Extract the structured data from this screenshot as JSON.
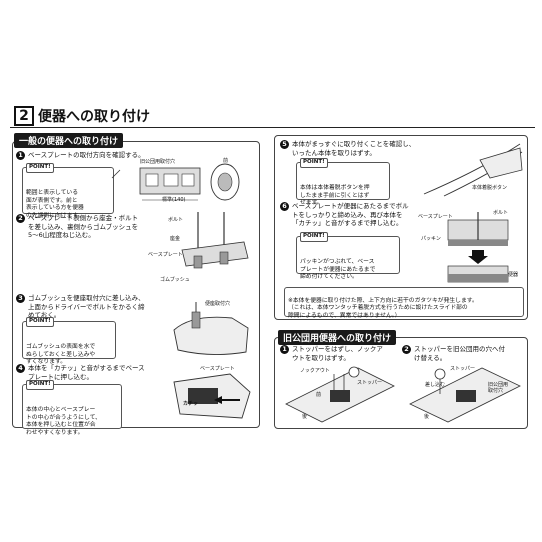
{
  "header": {
    "number": "2",
    "title": "便器への取り付け"
  },
  "left_section": {
    "banner": "一般の便器への取り付け",
    "steps": [
      {
        "num": "1",
        "text": "ベースプレートの取付方向を確認する。",
        "point_label": "POINT!",
        "point_text": "範囲と表示している\n面が表側です。前と\n表示している方を便器\nの先端側に向けます。",
        "labels": {
          "old": "旧公団用取付穴",
          "front": "前",
          "dim": "標準(140)"
        }
      },
      {
        "num": "2",
        "text": "ベースプレート表側から座金・ボルト\nを差し込み、裏側からゴムブッシュを\n5～6山程度ねじ込む。",
        "labels": {
          "bolt": "ボルト",
          "washer": "座金",
          "base": "ベースプレート",
          "bush": "ゴムブッシュ"
        }
      },
      {
        "num": "3",
        "text": "ゴムブッシュを便座取付穴に差し込み、\n上面からドライバーでボルトをかるく締\nめておく。",
        "point_label": "POINT!",
        "point_text": "ゴムブッシュの表面を水で\nぬらしておくと差し込みや\nすくなります。",
        "labels": {
          "hole": "便座取付穴"
        }
      },
      {
        "num": "4",
        "text": "本体を「カチッ」と音がするまでベース\nプレートに押し込む。",
        "point_label": "POINT!",
        "point_text": "本体の中心とベースプレー\nトの中心が合うようにして、\n本体を押し込むと位置が合\nわせやすくなります。",
        "labels": {
          "base": "ベースプレート",
          "click": "カチッ"
        }
      }
    ]
  },
  "right_section": {
    "steps": [
      {
        "num": "5",
        "text": "本体がまっすぐに取り付くことを確認し、\nいったん本体を取りはずす。",
        "point_label": "POINT!",
        "point_text": "本体は本体着脱ボタンを押\nしたまま手前に引くとはず\nせます。",
        "labels": {
          "button": "本体着脱ボタン"
        }
      },
      {
        "num": "6",
        "text": "ベースプレートが便器にあたるまでボル\nトをしっかりと締め込み、再び本体を\n「カチッ」と音がするまで押し込む。",
        "point_label": "POINT!",
        "point_text": "パッキンがつぶれて、ベース\nプレートが便器にあたるまで\n締め付けてください。",
        "labels": {
          "base": "ベースプレート",
          "bolt": "ボルト",
          "packing": "パッキン",
          "toilet": "便器"
        }
      }
    ],
    "note": "※本体を便器に取り付けた際、上下方向に若干のガタツキが発生します。\n（これは、本体ワンタッチ着脱方式を行うために設けたスライド部の\n隙間によるもので、異常ではありません。）"
  },
  "old_section": {
    "banner": "旧公団用便器への取り付け",
    "steps": [
      {
        "num": "1",
        "text": "ストッパーをはずし、ノックア\nウトを取りはずす。",
        "labels": {
          "knockout": "ノックアウト",
          "stopper": "ストッパー",
          "front": "前",
          "back": "後"
        }
      },
      {
        "num": "2",
        "text": "ストッパーを旧公団用の穴へ付\nけ替える。",
        "labels": {
          "insert": "差し込む",
          "stopper": "ストッパー",
          "hole": "旧公団用\n取付穴",
          "back": "後"
        }
      }
    ]
  }
}
